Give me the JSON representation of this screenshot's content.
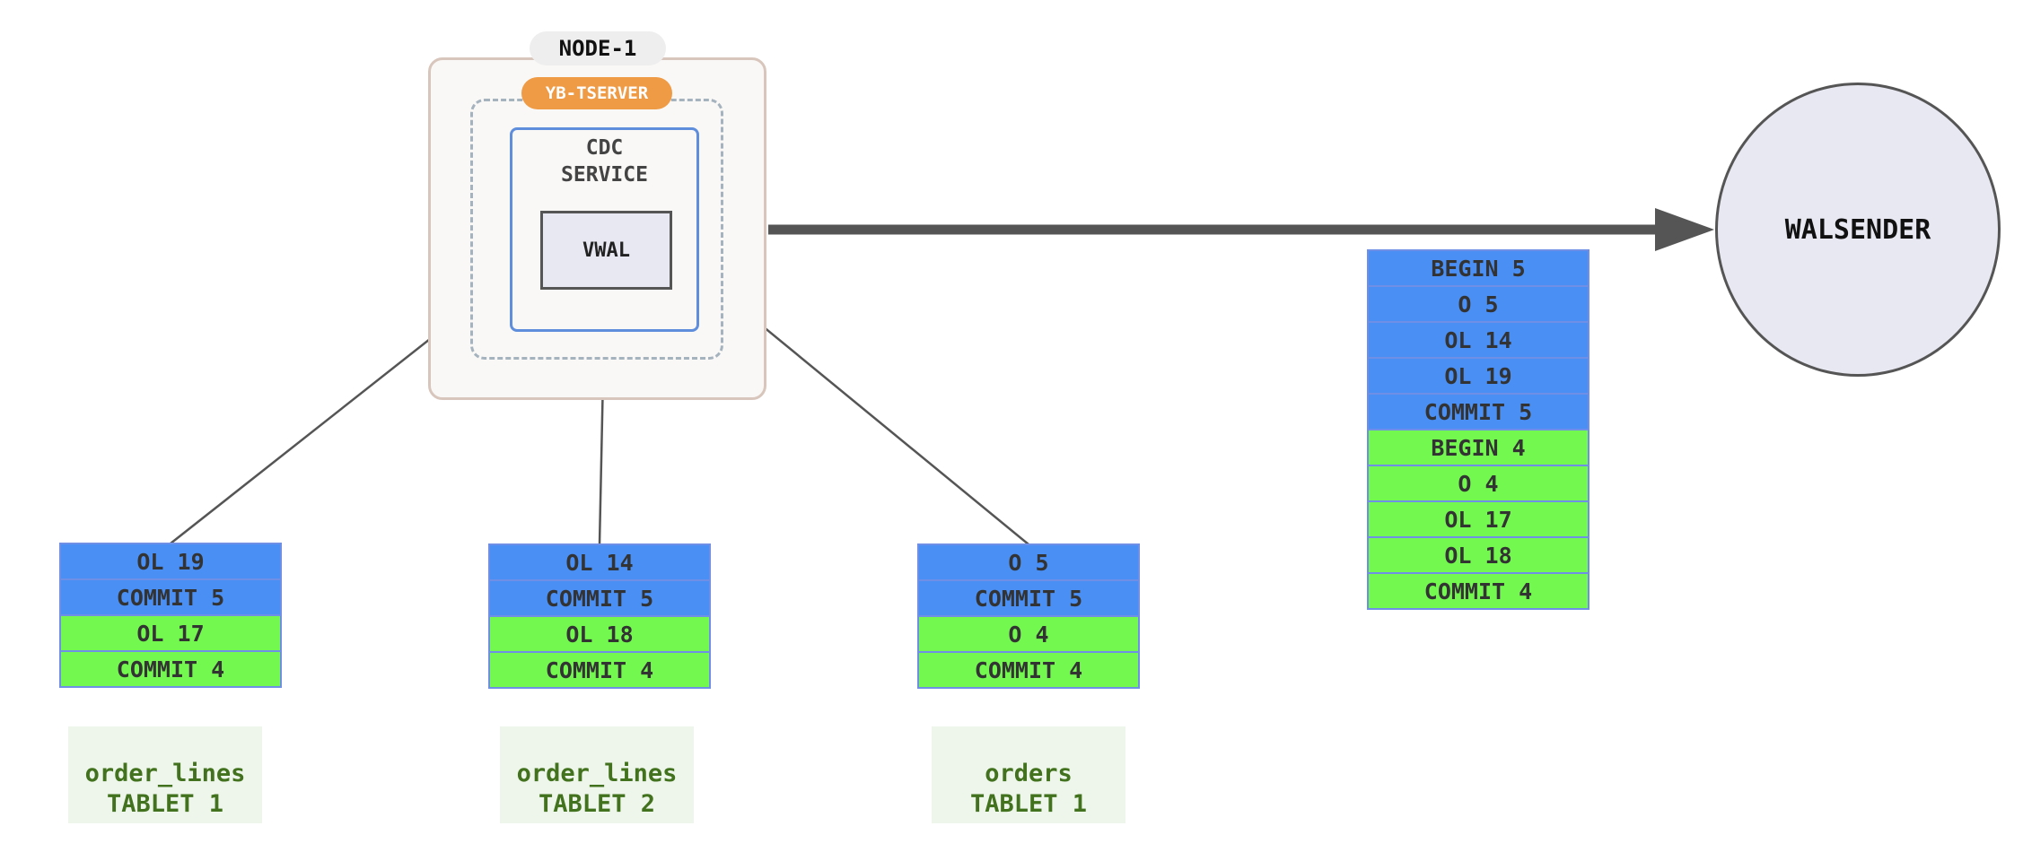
{
  "node": {
    "label": "NODE-1",
    "server_label": "YB-TSERVER",
    "service_label_line1": "CDC",
    "service_label_line2": "SERVICE",
    "vwal_label": "VWAL"
  },
  "walsender_label": "WALSENDER",
  "colors": {
    "blue_record": "#4a8ff4",
    "green_record": "#73f84f",
    "server_badge": "#ef9a44",
    "tablet_label_text": "#42721d"
  },
  "output_stream": [
    {
      "text": "BEGIN 5",
      "color": "blue"
    },
    {
      "text": "O 5",
      "color": "blue"
    },
    {
      "text": "OL 14",
      "color": "blue"
    },
    {
      "text": "OL 19",
      "color": "blue"
    },
    {
      "text": "COMMIT 5",
      "color": "blue"
    },
    {
      "text": "BEGIN 4",
      "color": "green"
    },
    {
      "text": "O 4",
      "color": "green"
    },
    {
      "text": "OL 17",
      "color": "green"
    },
    {
      "text": "OL 18",
      "color": "green"
    },
    {
      "text": "COMMIT 4",
      "color": "green"
    }
  ],
  "tablets": [
    {
      "table": "order_lines",
      "tablet": "TABLET 1",
      "records": [
        {
          "text": "OL 19",
          "color": "blue"
        },
        {
          "text": "COMMIT 5",
          "color": "blue"
        },
        {
          "text": "OL 17",
          "color": "green"
        },
        {
          "text": "COMMIT 4",
          "color": "green"
        }
      ]
    },
    {
      "table": "order_lines",
      "tablet": "TABLET 2",
      "records": [
        {
          "text": "OL 14",
          "color": "blue"
        },
        {
          "text": "COMMIT 5",
          "color": "blue"
        },
        {
          "text": "OL 18",
          "color": "green"
        },
        {
          "text": "COMMIT 4",
          "color": "green"
        }
      ]
    },
    {
      "table": "orders",
      "tablet": "TABLET 1",
      "records": [
        {
          "text": "O 5",
          "color": "blue"
        },
        {
          "text": "COMMIT 5",
          "color": "blue"
        },
        {
          "text": "O 4",
          "color": "green"
        },
        {
          "text": "COMMIT 4",
          "color": "green"
        }
      ]
    }
  ]
}
